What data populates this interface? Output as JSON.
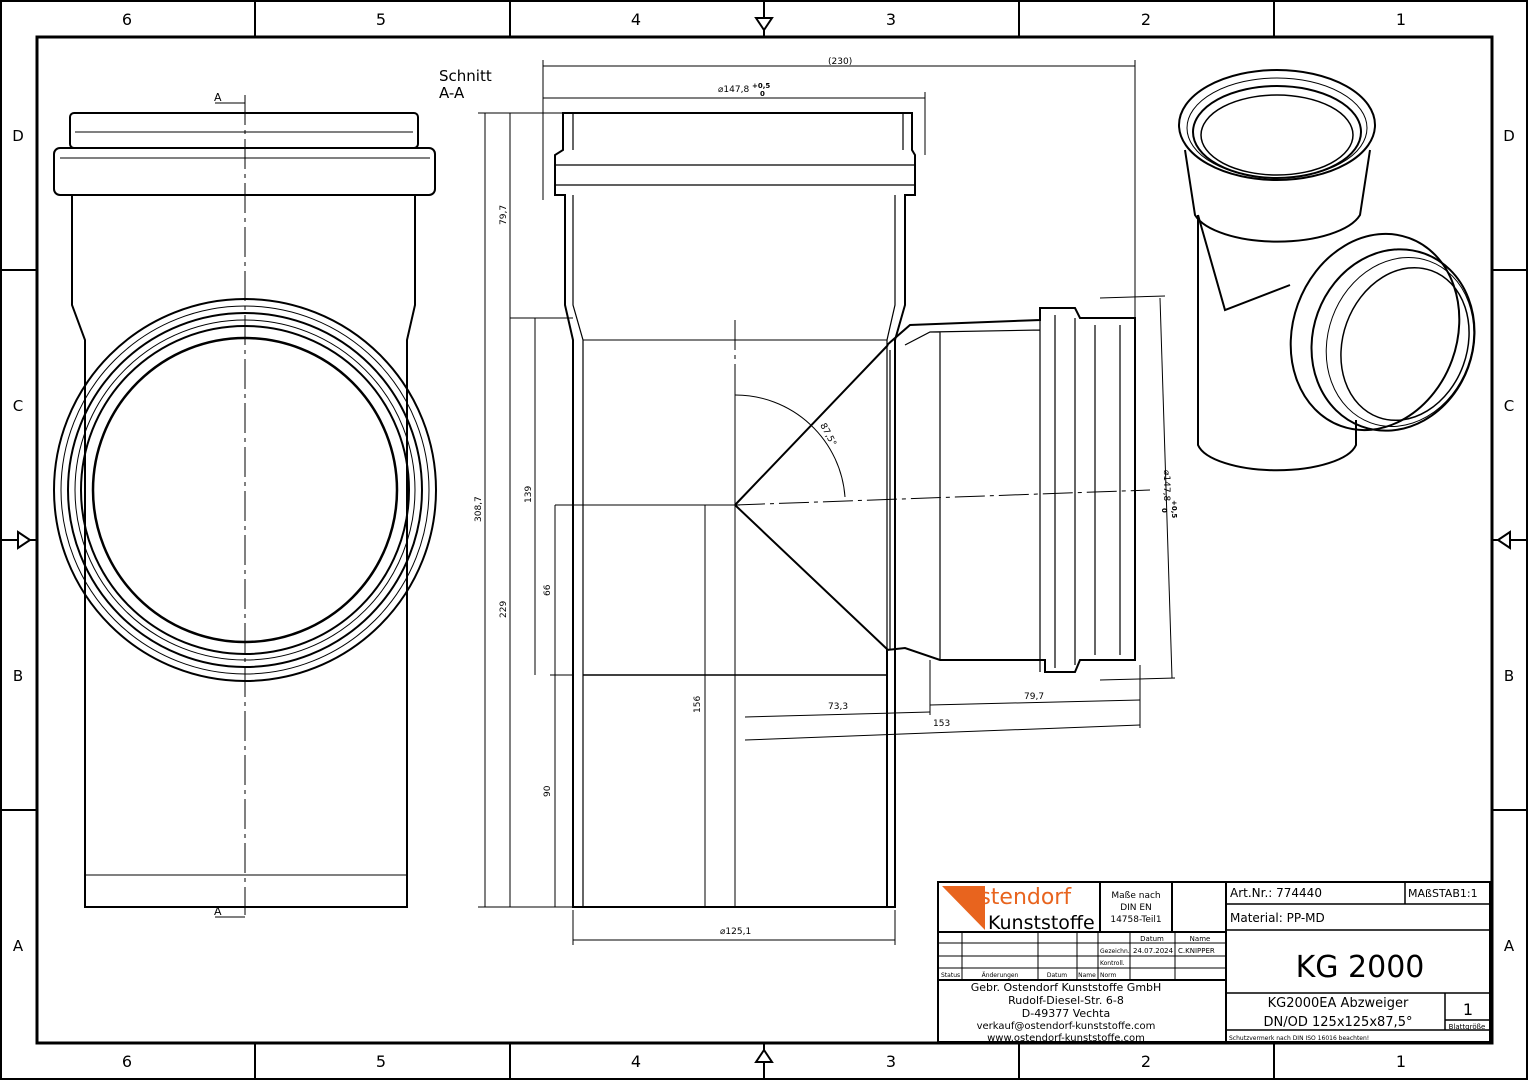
{
  "frame": {
    "columns": [
      "6",
      "5",
      "4",
      "3",
      "2",
      "1"
    ],
    "rows": [
      "D",
      "C",
      "B",
      "A"
    ]
  },
  "section": {
    "title_line1": "Schnitt",
    "title_line2": "A-A",
    "cut_marker": "A"
  },
  "dimensions": {
    "overall_width": "(230)",
    "socket_diameter": "⌀147,8",
    "socket_tol_upper": "+0,5",
    "socket_tol_lower": "0",
    "socket_depth": "79,7",
    "overall_height": "308,7",
    "branch_upper": "139",
    "main_length": "229",
    "branch_offset": "66",
    "branch_axis_height": "156",
    "spigot_length": "90",
    "angle": "87,5°",
    "branch_reach": "73,3",
    "branch_length": "153",
    "branch_socket_depth": "79,7",
    "spigot_diameter": "⌀125,1",
    "branch_socket_diameter": "⌀147,8",
    "branch_tol_upper": "+0,5",
    "branch_tol_lower": "0"
  },
  "title_block": {
    "company_logo_top": "Ostendorf",
    "company_logo_bottom": "Kunststoffe",
    "standard_line1": "Maße nach",
    "standard_line2": "DIN EN",
    "standard_line3": "14758-Teil1",
    "col_date": "Datum",
    "col_name": "Name",
    "drawn_label": "Gezeichn.",
    "drawn_date": "24.07.2024",
    "drawn_name": "C.KNIPPER",
    "checked_label": "Kontroll.",
    "norm_label": "Norm",
    "status_label": "Status",
    "changes_label": "Änderungen",
    "date_label": "Datum",
    "name_label": "Name",
    "address_line1": "Gebr. Ostendorf Kunststoffe GmbH",
    "address_line2": "Rudolf-Diesel-Str. 6-8",
    "address_line3": "D-49377 Vechta",
    "email": "verkauf@ostendorf-kunststoffe.com",
    "website": "www.ostendorf-kunststoffe.com",
    "article_no": "Art.Nr.: 774440",
    "scale": "MAßSTAB1:1",
    "material": "Material: PP-MD",
    "product_line": "KG 2000",
    "product_name": "KG2000EA Abzweiger",
    "product_size": "DN/OD 125x125x87,5°",
    "sheet_no": "1",
    "sheet_size_label": "Blattgröße",
    "protection_note": "Schutzvermerk nach DIN ISO 16016 beachten!"
  },
  "colors": {
    "logo_orange": "#e8641e",
    "line": "#000000"
  }
}
